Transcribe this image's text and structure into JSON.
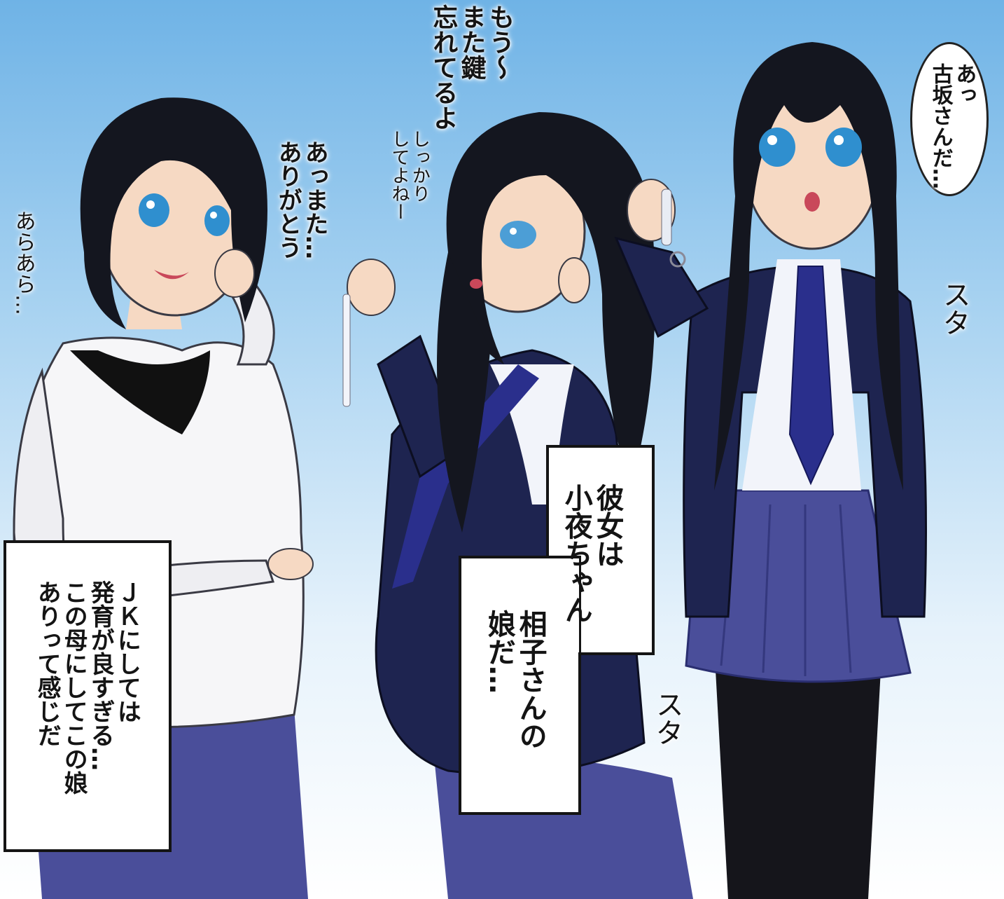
{
  "dialogue": {
    "line_center_top": "もう〜\nまた鍵\n忘れてるよ",
    "line_center_small": "しっかり\nしてよねー",
    "line_mother_thanks": "あっまた…\nありがとう",
    "line_mother_laugh": "あらあら…",
    "line_girl_bubble": "あっ\n古坂さんだ…",
    "sfx_footstep_1": "スタ",
    "sfx_footstep_2": "スタ"
  },
  "narration": {
    "box_left": "ＪＫにしては\n発育が良すぎる…\nこの母にしてこの娘\nありって感じだ",
    "box_center_top": "彼女は\n小夜ちゃん",
    "box_center_bottom": "相子さんの\n娘だ…"
  },
  "colors": {
    "sky_top": "#6fb3e6",
    "sky_bottom": "#ffffff",
    "hair": "#14161f",
    "blazer": "#1e2450",
    "skirt": "#4a4e9a",
    "tie": "#2a2f8c",
    "sweater": "#f6f6f8",
    "skin": "#f6d9c3",
    "tights": "#15151b"
  }
}
